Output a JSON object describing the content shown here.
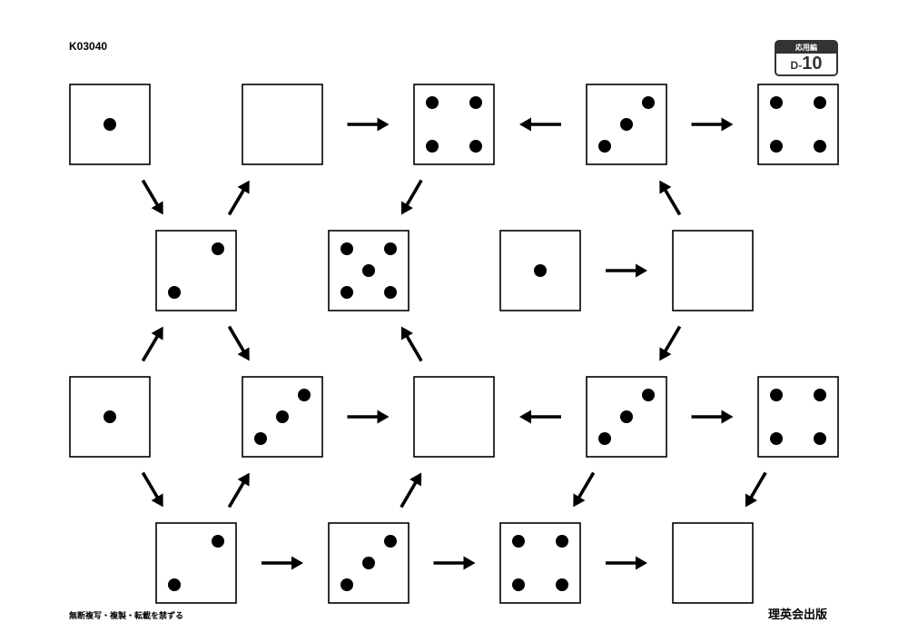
{
  "header": {
    "code": "K03040",
    "badge_top": "応用編",
    "badge_prefix": "D-",
    "badge_number": "10"
  },
  "footer": {
    "notice": "無断複写・複製・転載を禁ずる",
    "publisher": "理英会出版"
  },
  "puzzle": {
    "boxes": [
      {
        "row": 0,
        "col": 0,
        "pips": 1
      },
      {
        "row": 0,
        "col": 2,
        "pips": null
      },
      {
        "row": 0,
        "col": 4,
        "pips": 4
      },
      {
        "row": 0,
        "col": 6,
        "pips": 3
      },
      {
        "row": 0,
        "col": 8,
        "pips": 4
      },
      {
        "row": 1,
        "col": 1,
        "pips": 2
      },
      {
        "row": 1,
        "col": 3,
        "pips": 5
      },
      {
        "row": 1,
        "col": 5,
        "pips": 1
      },
      {
        "row": 1,
        "col": 7,
        "pips": null
      },
      {
        "row": 2,
        "col": 0,
        "pips": 1
      },
      {
        "row": 2,
        "col": 2,
        "pips": 3
      },
      {
        "row": 2,
        "col": 4,
        "pips": null
      },
      {
        "row": 2,
        "col": 6,
        "pips": 3
      },
      {
        "row": 2,
        "col": 8,
        "pips": 4
      },
      {
        "row": 3,
        "col": 1,
        "pips": 2
      },
      {
        "row": 3,
        "col": 3,
        "pips": 3
      },
      {
        "row": 3,
        "col": 5,
        "pips": 4
      },
      {
        "row": 3,
        "col": 7,
        "pips": null
      }
    ],
    "arrows": [
      {
        "from": [
          0,
          2
        ],
        "to": [
          0,
          4
        ]
      },
      {
        "from": [
          0,
          6
        ],
        "to": [
          0,
          4
        ]
      },
      {
        "from": [
          0,
          6
        ],
        "to": [
          0,
          8
        ]
      },
      {
        "from": [
          0,
          0
        ],
        "to": [
          1,
          1
        ]
      },
      {
        "from": [
          1,
          1
        ],
        "to": [
          0,
          2
        ]
      },
      {
        "from": [
          0,
          4
        ],
        "to": [
          1,
          3
        ]
      },
      {
        "from": [
          1,
          7
        ],
        "to": [
          0,
          6
        ]
      },
      {
        "from": [
          1,
          5
        ],
        "to": [
          1,
          7
        ]
      },
      {
        "from": [
          2,
          0
        ],
        "to": [
          1,
          1
        ]
      },
      {
        "from": [
          1,
          1
        ],
        "to": [
          2,
          2
        ]
      },
      {
        "from": [
          2,
          4
        ],
        "to": [
          1,
          3
        ]
      },
      {
        "from": [
          1,
          7
        ],
        "to": [
          2,
          6
        ]
      },
      {
        "from": [
          2,
          2
        ],
        "to": [
          2,
          4
        ]
      },
      {
        "from": [
          2,
          6
        ],
        "to": [
          2,
          4
        ]
      },
      {
        "from": [
          2,
          6
        ],
        "to": [
          2,
          8
        ]
      },
      {
        "from": [
          2,
          0
        ],
        "to": [
          3,
          1
        ]
      },
      {
        "from": [
          3,
          1
        ],
        "to": [
          2,
          2
        ]
      },
      {
        "from": [
          3,
          3
        ],
        "to": [
          2,
          4
        ]
      },
      {
        "from": [
          2,
          6
        ],
        "to": [
          3,
          5
        ]
      },
      {
        "from": [
          2,
          8
        ],
        "to": [
          3,
          7
        ]
      },
      {
        "from": [
          3,
          1
        ],
        "to": [
          3,
          3
        ]
      },
      {
        "from": [
          3,
          3
        ],
        "to": [
          3,
          5
        ]
      },
      {
        "from": [
          3,
          5
        ],
        "to": [
          3,
          7
        ]
      }
    ]
  }
}
